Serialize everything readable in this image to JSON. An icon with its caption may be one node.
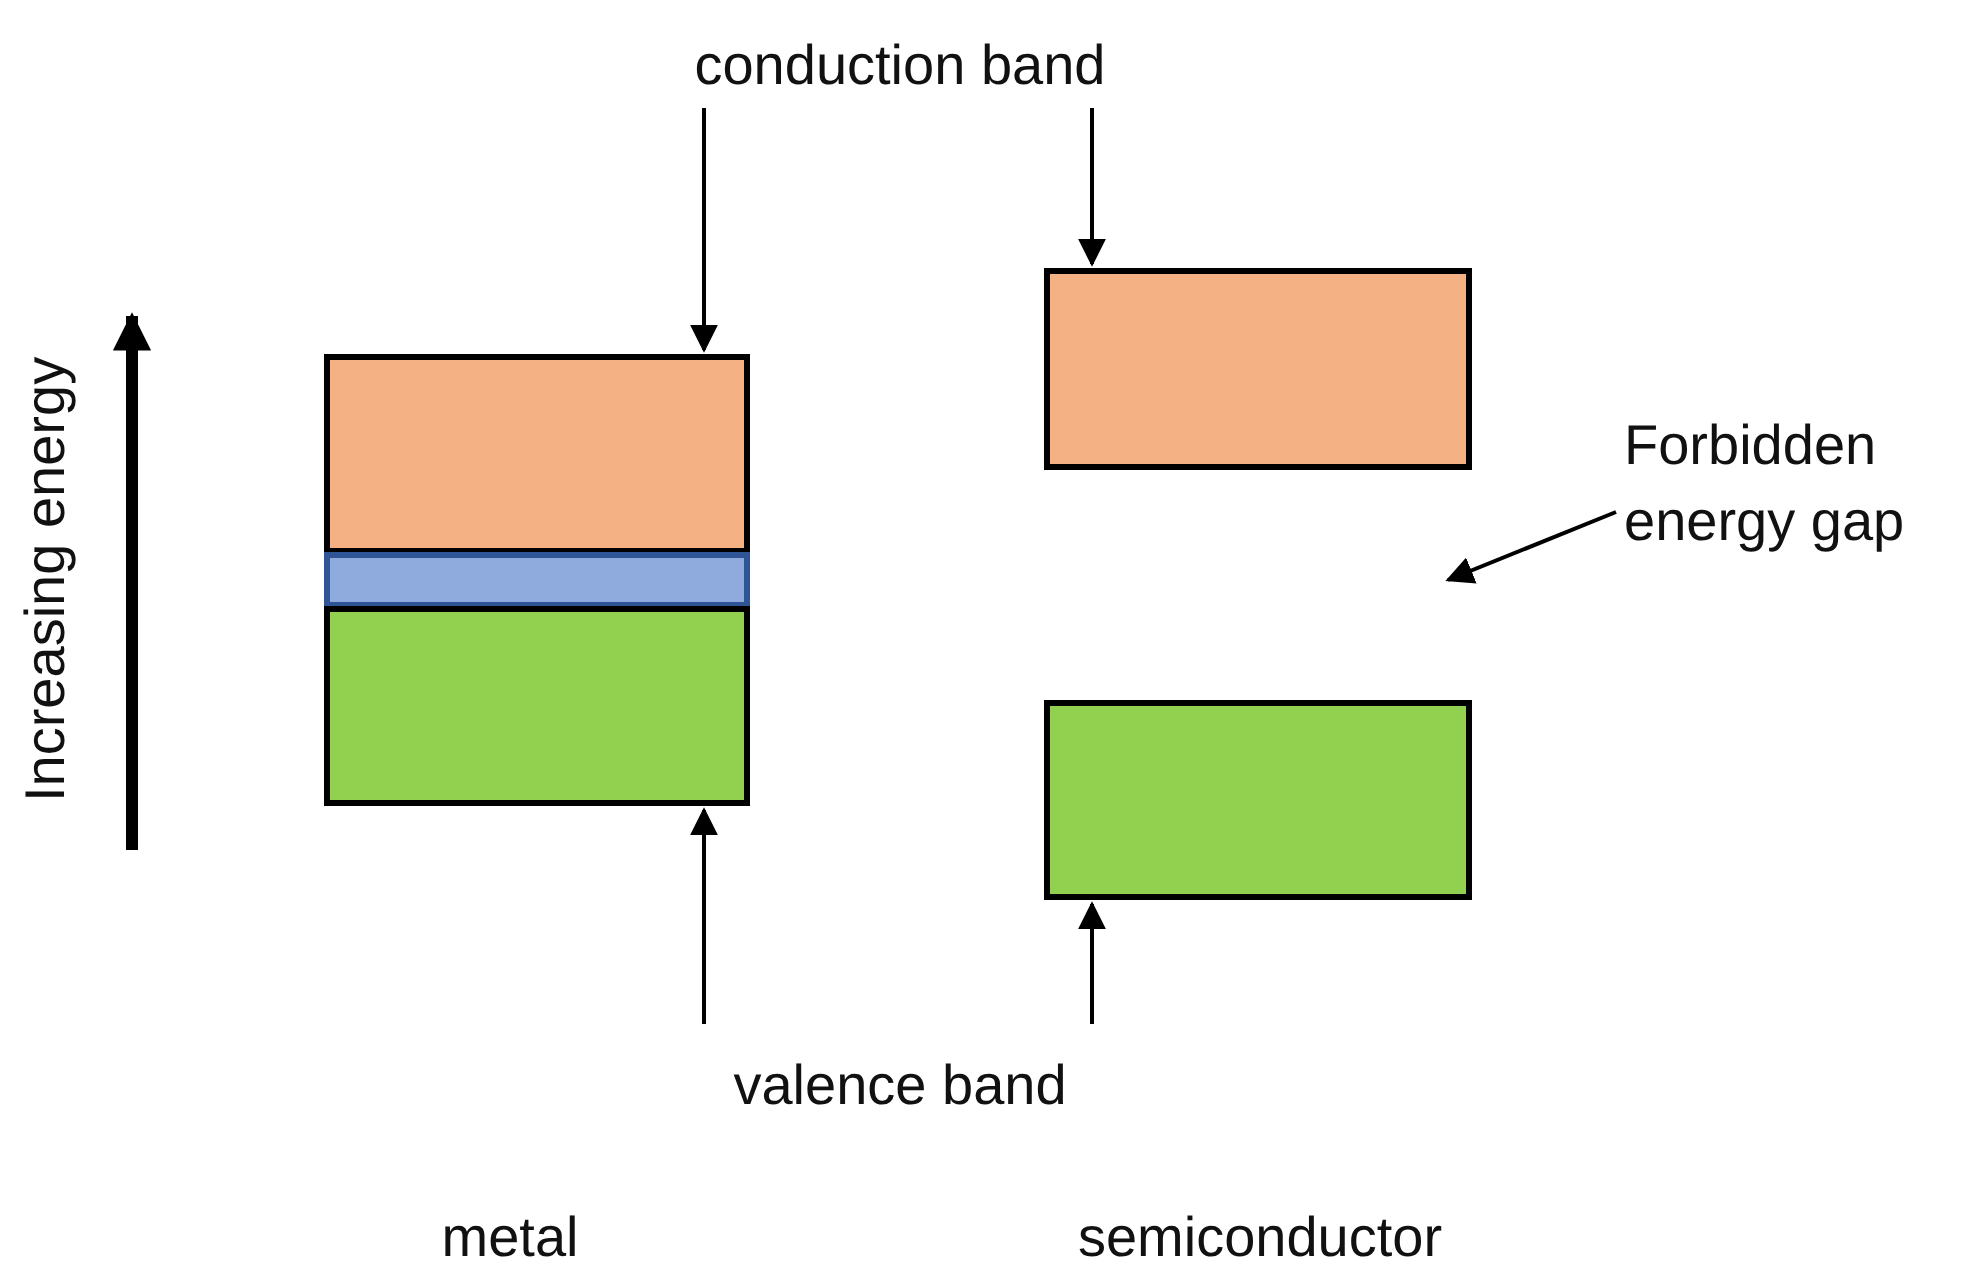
{
  "diagram": {
    "nodes": [
      {
        "text": [
          "conduction band"
        ]
      },
      {
        "text": [],
        "shape": "box"
      },
      {
        "text": [],
        "shape": "box"
      },
      {
        "text": [],
        "shape": "box"
      },
      {
        "text": [],
        "shape": "box"
      },
      {
        "text": [],
        "shape": "box"
      },
      {
        "text": [
          "valence band"
        ]
      },
      {
        "text": [
          "Forbidden energy gap"
        ]
      }
    ],
    "edges": [
      {
        "from": 0,
        "to": 1,
        "arrow": "to"
      },
      {
        "from": 0,
        "to": 4,
        "arrow": "to"
      },
      {
        "from": 6,
        "to": 3,
        "arrow": "to"
      },
      {
        "from": 6,
        "to": 5,
        "arrow": "to"
      },
      {
        "from": 7,
        "to": null,
        "arrow": "to"
      }
    ],
    "labels": [
      "Increasing energy",
      "metal",
      "semiconductor"
    ]
  }
}
